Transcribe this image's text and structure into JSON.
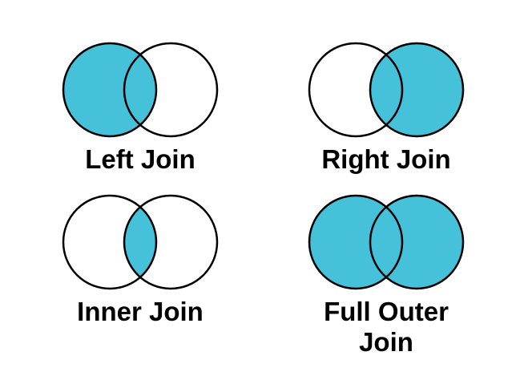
{
  "canvas": {
    "background": "#FFFFFF"
  },
  "colors": {
    "venn_fill": "#45C1D9",
    "venn_stroke": "#000000",
    "label_color": "#000000"
  },
  "diagrams": [
    {
      "id": "left-join",
      "label": "Left Join",
      "filled_regions": [
        "left"
      ]
    },
    {
      "id": "right-join",
      "label": "Right Join",
      "filled_regions": [
        "right"
      ]
    },
    {
      "id": "inner-join",
      "label": "Inner Join",
      "filled_regions": [
        "intersection"
      ]
    },
    {
      "id": "full-outer-join",
      "label": "Full Outer Join",
      "filled_regions": [
        "left",
        "right",
        "intersection"
      ]
    }
  ]
}
